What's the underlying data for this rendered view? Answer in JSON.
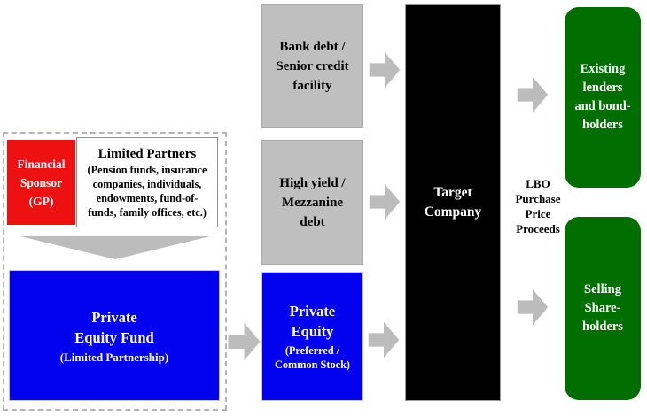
{
  "colors": {
    "sponsor_red": "#ee1111",
    "equity_blue": "#0202ee",
    "debt_gray": "#bfbfbf",
    "target_black": "#000000",
    "recipient_green": "#006e00",
    "arrow_gray": "#bcbcbc"
  },
  "fund_group": {
    "sponsor": {
      "lines": [
        "Financial",
        "Sponsor",
        "(GP)"
      ]
    },
    "limited_partners": {
      "title": "Limited Partners",
      "subtitle_lines": [
        "(Pension funds, insurance",
        "companies, individuals,",
        "endowments, fund-of-",
        "funds, family offices, etc.)"
      ]
    },
    "pe_fund": {
      "title_lines": [
        "Private",
        "Equity Fund"
      ],
      "subtitle": "(Limited Partnership)"
    }
  },
  "sources": {
    "bank_debt": {
      "lines": [
        "Bank debt /",
        "Senior credit",
        "facility"
      ]
    },
    "high_yield": {
      "lines": [
        "High yield /",
        "Mezzanine",
        "debt"
      ]
    },
    "private_equity": {
      "title_lines": [
        "Private",
        "Equity"
      ],
      "subtitle_lines": [
        "(Preferred /",
        "Common Stock)"
      ]
    }
  },
  "target": {
    "lines": [
      "Target",
      "Company"
    ]
  },
  "proceeds_label": {
    "lines": [
      "LBO",
      "Purchase",
      "Price",
      "Proceeds"
    ]
  },
  "recipients": {
    "existing_lenders": {
      "lines": [
        "Existing",
        "lenders",
        "and bond-",
        "holders"
      ]
    },
    "selling_shareholders": {
      "lines": [
        "Selling",
        "Share-",
        "holders"
      ]
    }
  }
}
